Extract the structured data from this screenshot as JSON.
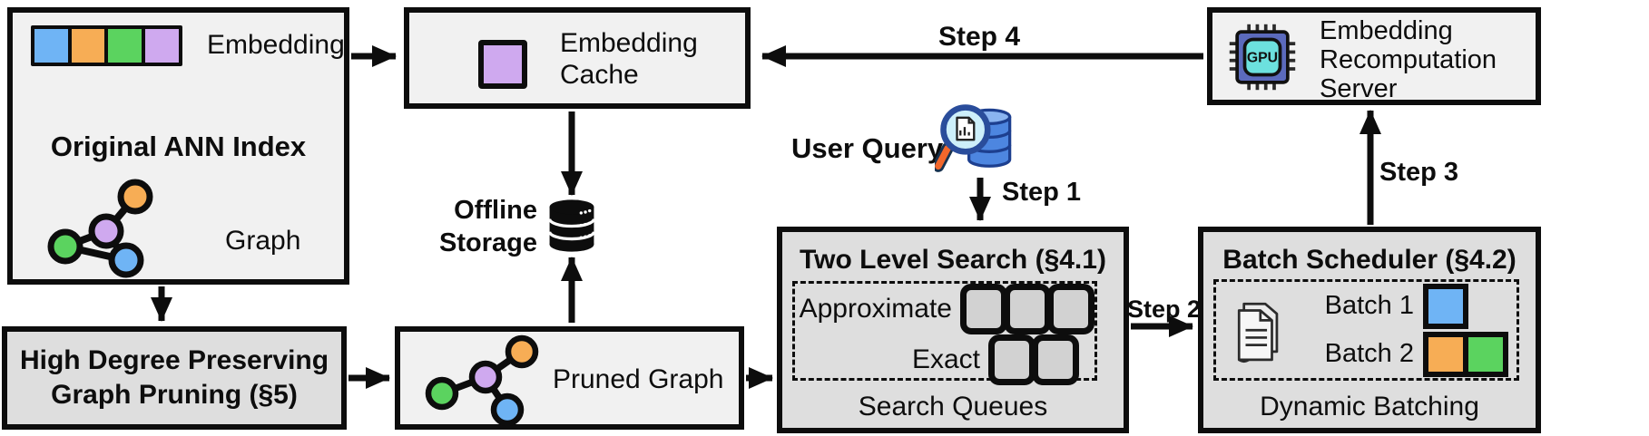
{
  "ann_index": {
    "title": "Original ANN Index",
    "embedding_label": "Embedding",
    "graph_label": "Graph",
    "embedding_colors": [
      "#6fb4f5",
      "#f7ad55",
      "#5bd35f",
      "#cfa9ef"
    ]
  },
  "embedding_cache": {
    "label": "Embedding\nCache"
  },
  "recompute_server": {
    "label": "Embedding\nRecomputation\nServer",
    "chip_text": "GPU"
  },
  "offline_storage": {
    "label": "Offline\nStorage"
  },
  "user_query": {
    "label": "User Query"
  },
  "two_level_search": {
    "title": "Two Level Search (§4.1)",
    "approximate_label": "Approximate",
    "exact_label": "Exact",
    "caption": "Search Queues",
    "approximate_queue_count": 3,
    "exact_queue_count": 2
  },
  "batch_scheduler": {
    "title": "Batch Scheduler (§4.2)",
    "batch1_label": "Batch 1",
    "batch2_label": "Batch 2",
    "batch1_colors": [
      "#6fb4f5"
    ],
    "batch2_colors": [
      "#f7ad55",
      "#5bd35f"
    ],
    "caption": "Dynamic Batching"
  },
  "graph_pruning": {
    "title": "High Degree Preserving\nGraph Pruning (§5)"
  },
  "pruned_graph": {
    "label": "Pruned Graph"
  },
  "steps": {
    "step1": "Step 1",
    "step2": "Step 2",
    "step3": "Step 3",
    "step4": "Step 4"
  },
  "colors": {
    "node_blue": "#6fb4f5",
    "node_orange": "#f7ad55",
    "node_green": "#5bd35f",
    "node_purple": "#cfa9ef",
    "box_light_fill": "#f1f1f1",
    "box_gray_fill": "#dedede",
    "outline": "#0d0d0d",
    "gpu_chip_body": "#5b6abc",
    "gpu_chip_core": "#6ce1de",
    "query_db_blue": "#4d86e0",
    "magnifier_handle_orange": "#f2672b"
  }
}
